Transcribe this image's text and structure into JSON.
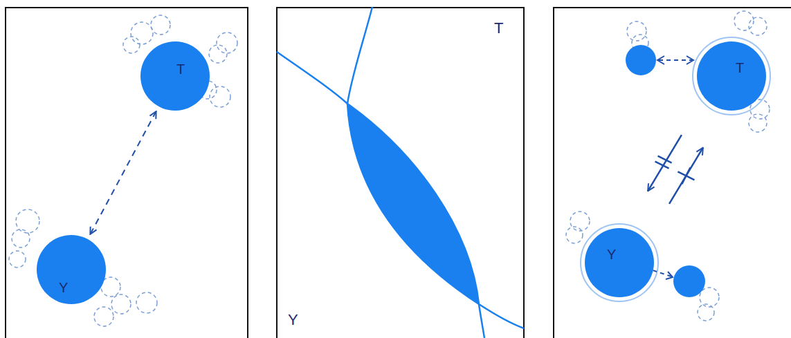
{
  "diagram": {
    "nodes": [
      {
        "text": [
          "T"
        ]
      },
      {
        "text": [
          "Y"
        ]
      },
      {
        "text": [
          "T"
        ]
      },
      {
        "text": [
          "Y"
        ]
      }
    ],
    "edges": [
      {
        "from": 0,
        "to": 1,
        "arrow": "both"
      },
      {
        "from": 3,
        "to": 2,
        "arrow": "to"
      },
      {
        "from": 2,
        "to": 3,
        "arrow": "to"
      }
    ],
    "labels": [
      "T",
      "Y"
    ]
  }
}
